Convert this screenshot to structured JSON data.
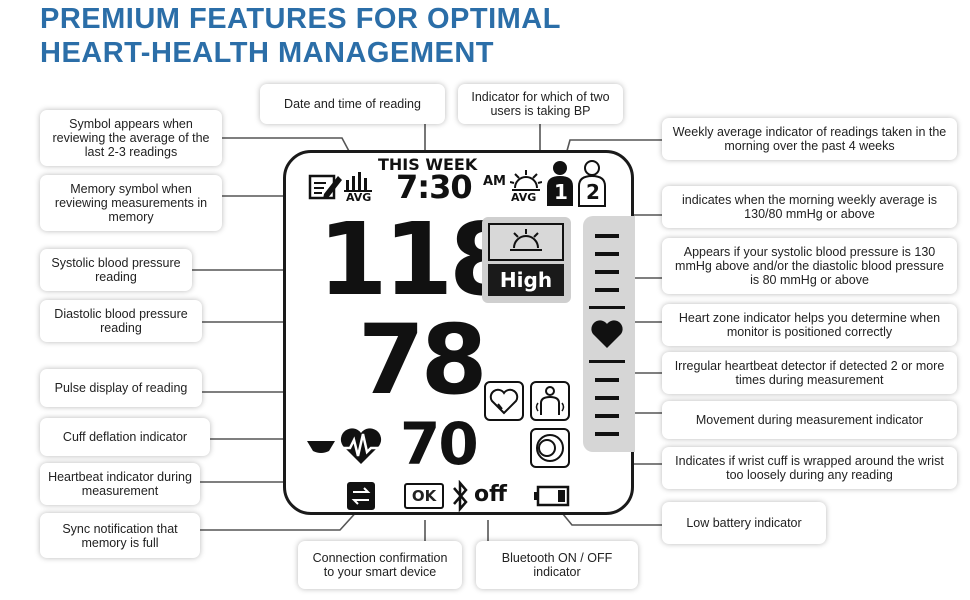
{
  "title": {
    "line1": "PREMIUM FEATURES FOR OPTIMAL",
    "line2": "HEART-HEALTH MANAGEMENT"
  },
  "colors": {
    "title": "#2b6ea8",
    "lcd_border": "#1a1a1a",
    "side_panel": "#d6d6d6",
    "segment": "#111111"
  },
  "display": {
    "this_week": "THIS WEEK",
    "time": "7:30",
    "am": "AM",
    "avg": "AVG",
    "avg2": "AVG",
    "systolic": "118",
    "diastolic": "78",
    "pulse": "70",
    "high": "High",
    "user1": "1",
    "user2": "2",
    "ok": "OK",
    "off": "off"
  },
  "callouts": {
    "date_time": "Date and time of reading",
    "users": "Indicator for which of two users is taking BP",
    "average": "Symbol appears when reviewing the average of the last 2-3 readings",
    "weekly_avg": "Weekly average indicator of readings taken in the morning over the past 4 weeks",
    "memory": "Memory symbol when reviewing measurements in memory",
    "morning_high": "indicates when the morning weekly average is 130/80 mmHg or above",
    "systolic": "Systolic blood pressure reading",
    "high_bp": "Appears if your systolic blood pressure is 130 mmHg above and/or the diastolic blood pressure is 80 mmHg or above",
    "diastolic": "Diastolic blood pressure reading",
    "heart_zone": "Heart zone indicator helps you determine when monitor is positioned correctly",
    "pulse": "Pulse display of reading",
    "irregular": "Irregular heartbeat detector if detected 2 or more times during measurement",
    "cuff_deflation": "Cuff deflation indicator",
    "movement": "Movement during measurement indicator",
    "heartbeat": "Heartbeat indicator during measurement",
    "wrap": "Indicates if wrist cuff is wrapped around the wrist too loosely during any reading",
    "sync": "Sync notification that memory is full",
    "connection": "Connection confirmation to your smart device",
    "bluetooth": "Bluetooth ON / OFF indicator",
    "battery": "Low battery indicator"
  },
  "icons": [
    "memory-icon",
    "average-bars-icon",
    "sun-icon",
    "user1-icon",
    "user2-icon",
    "heart-icon",
    "irregular-heartbeat-icon",
    "movement-icon",
    "cuff-wrap-icon",
    "cuff-deflation-icon",
    "heartbeat-icon",
    "sync-icon",
    "bluetooth-icon",
    "battery-icon"
  ]
}
